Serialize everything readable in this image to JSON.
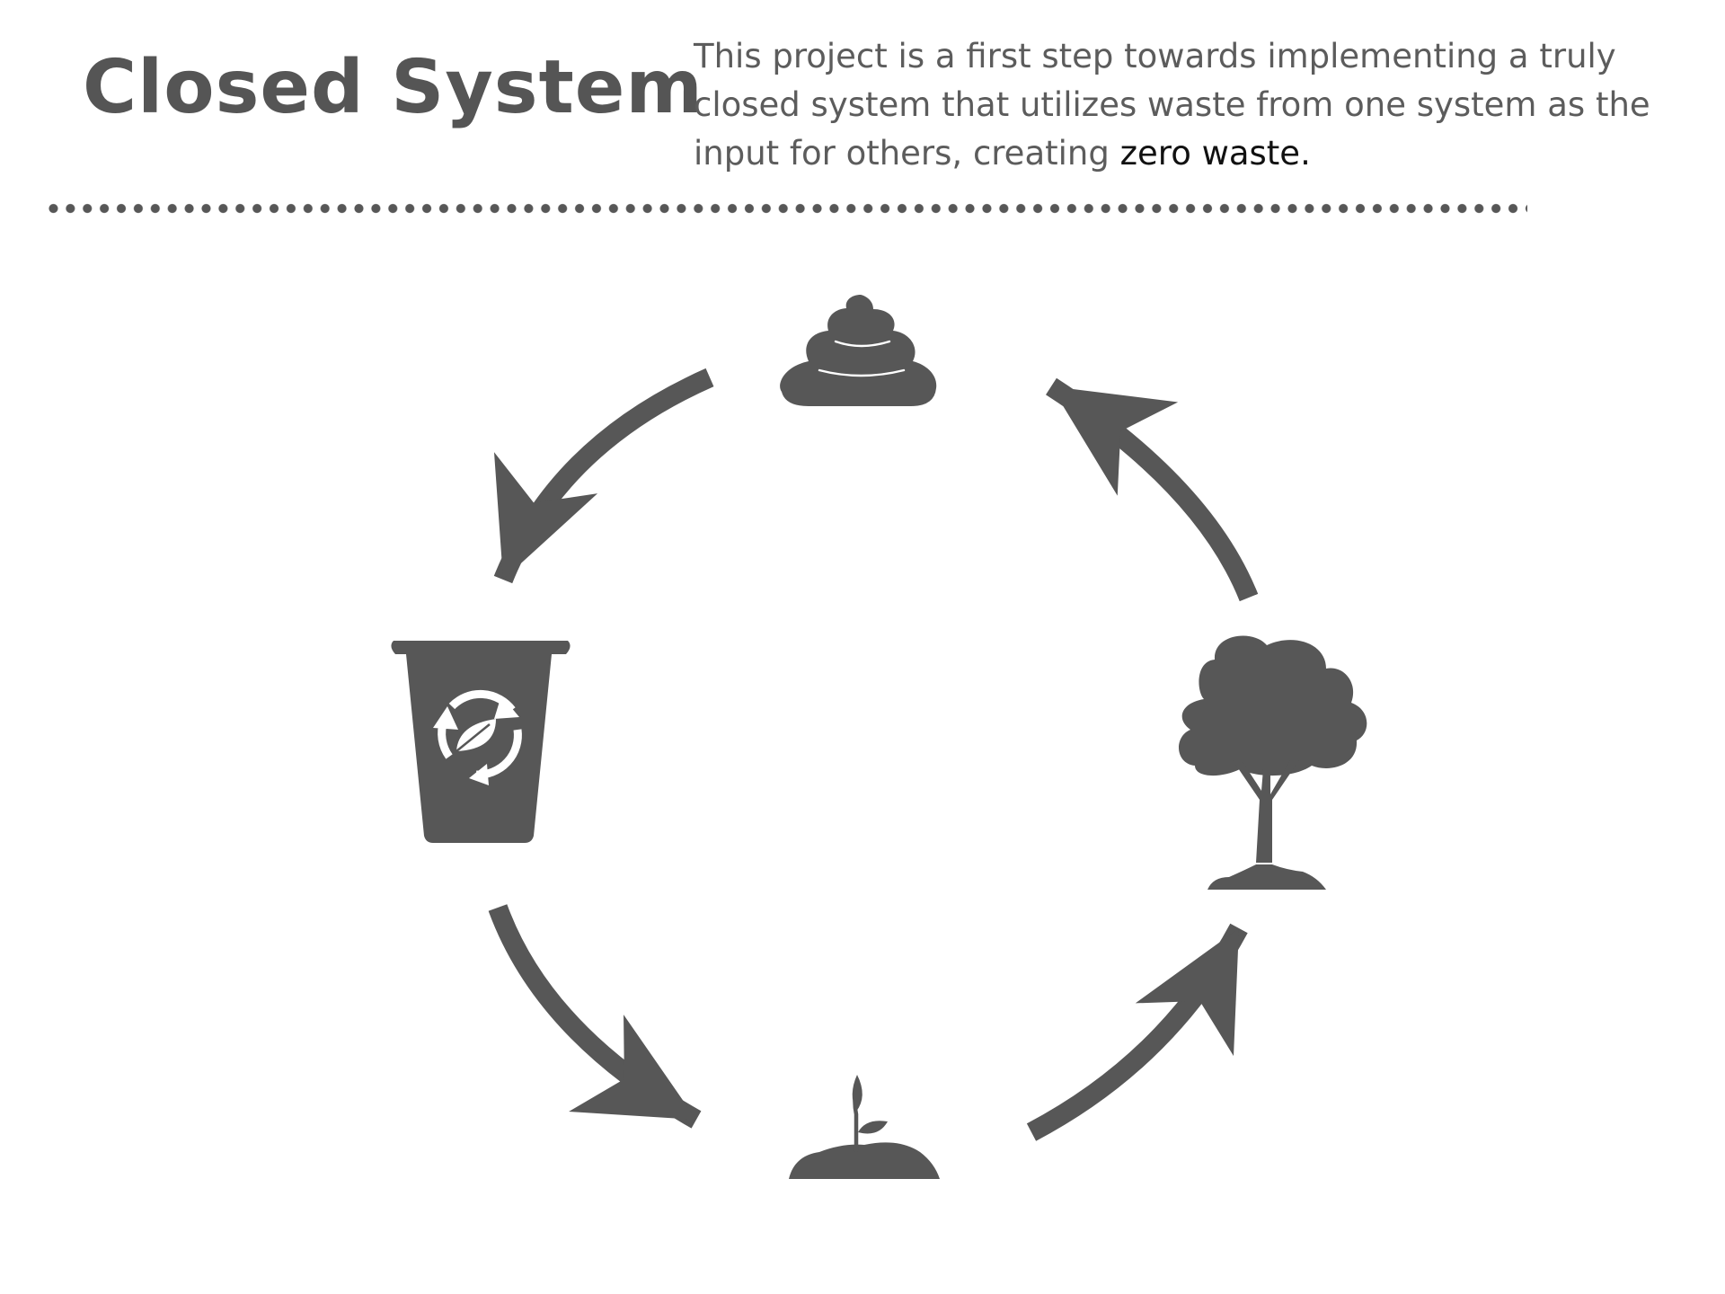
{
  "header": {
    "title": "Closed System",
    "description_main": "This project is a first step towards implementing a truly closed system that utilizes waste from one system as the input for others, creating ",
    "description_highlight": "zero waste."
  },
  "cycle": {
    "nodes": [
      {
        "id": "waste",
        "icon": "poop-icon"
      },
      {
        "id": "compost-bin",
        "icon": "compost-bin-icon"
      },
      {
        "id": "sprout",
        "icon": "sprout-icon"
      },
      {
        "id": "tree",
        "icon": "tree-icon"
      }
    ],
    "direction": "counterclockwise: waste → compost bin → sprout → tree → waste"
  },
  "colors": {
    "icon": "#575757",
    "title": "#555555",
    "text": "#5c5c5c",
    "highlight": "#111111",
    "background": "#ffffff"
  }
}
